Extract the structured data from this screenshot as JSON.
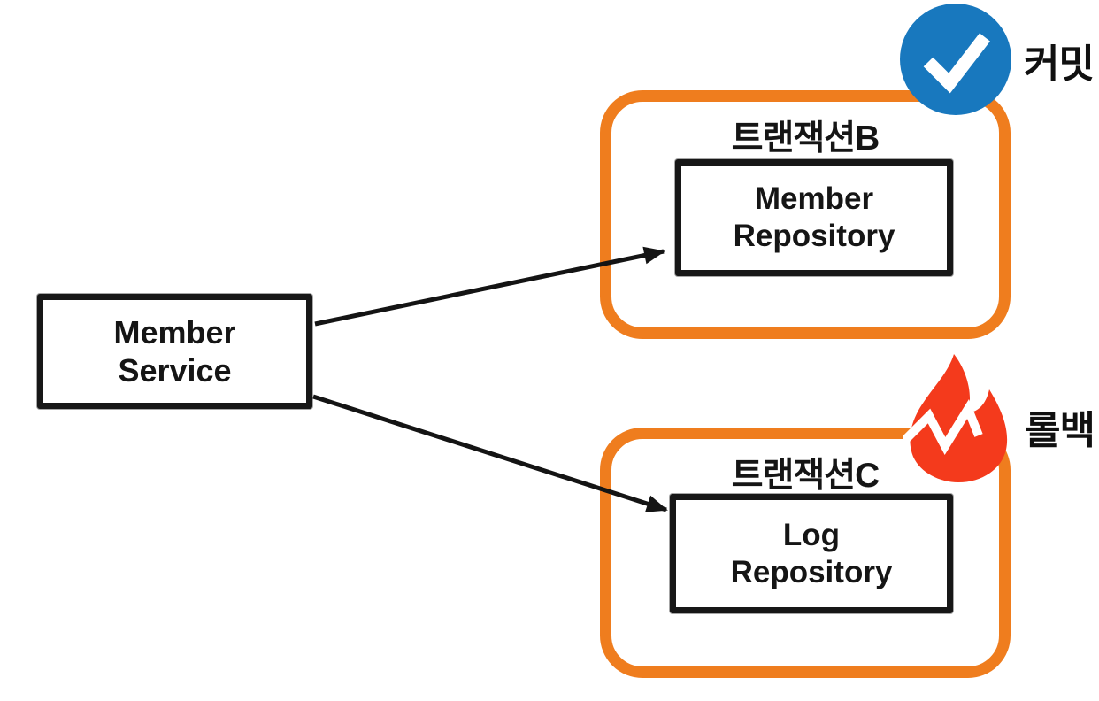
{
  "diagram": {
    "nodes": {
      "member_service": {
        "line1": "Member",
        "line2": "Service"
      },
      "member_repository": {
        "line1": "Member",
        "line2": "Repository"
      },
      "log_repository": {
        "line1": "Log",
        "line2": "Repository"
      }
    },
    "containers": {
      "transaction_b": {
        "label": "트랜잭션B"
      },
      "transaction_c": {
        "label": "트랜잭션C"
      }
    },
    "badges": {
      "commit": {
        "label": "커밋",
        "icon": "check-circle-icon"
      },
      "rollback": {
        "label": "롤백",
        "icon": "fire-icon"
      }
    },
    "colors": {
      "container_border": "#EF7D1E",
      "commit_blue": "#1878BE",
      "rollback_red": "#F43A1C",
      "line": "#141414"
    }
  }
}
